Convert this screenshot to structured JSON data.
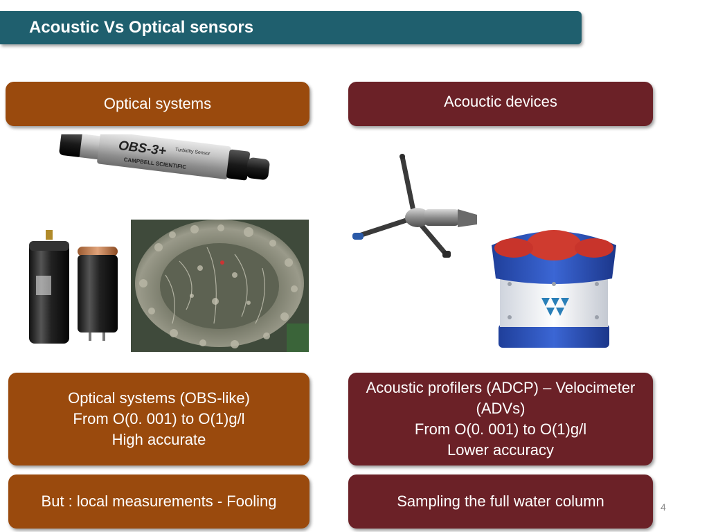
{
  "slide": {
    "title": "Acoustic Vs Optical sensors",
    "page_number": "4"
  },
  "left": {
    "header": "Optical systems",
    "description_lines": [
      "Optical systems (OBS-like)",
      "From O(0. 001) to O(1)g/l",
      "High accurate"
    ],
    "footer": "But : local measurements - Fooling",
    "sensor_label_line1": "OBS-3+",
    "sensor_label_line2": "Turbidity Sensor",
    "sensor_brand": "CAMPBELL SCIENTIFIC"
  },
  "right": {
    "header": "Acouctic devices",
    "description_lines": [
      "Acoustic profilers (ADCP) – Velocimeter (ADVs)",
      "From O(0. 001) to O(1)g/l",
      "Lower accuracy"
    ],
    "footer": "Sampling the full water column"
  },
  "colors": {
    "title_bar": "#1f5f6e",
    "optical": "#9a4a0d",
    "acoustic": "#6b2127"
  }
}
